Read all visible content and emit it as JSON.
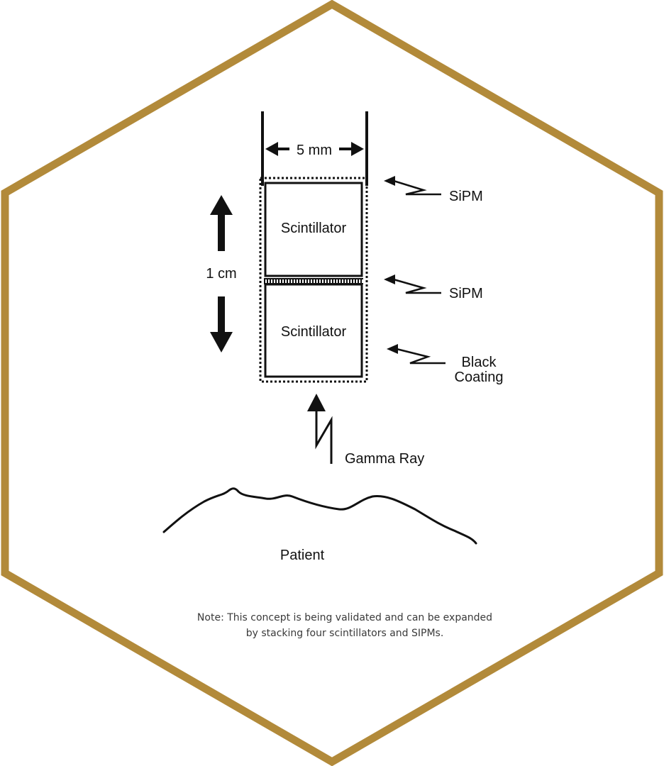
{
  "colors": {
    "hexagon_border": "#b28a3a",
    "ink": "#111111",
    "note_text": "#3a3a3a"
  },
  "diagram": {
    "width_label": "5 mm",
    "height_label": "1 cm",
    "scintillator_top_label": "Scintillator",
    "scintillator_bottom_label": "Scintillator",
    "sipm_top_label": "SiPM",
    "sipm_middle_label": "SiPM",
    "coating_label_line1": "Black",
    "coating_label_line2": "Coating",
    "gamma_ray_label": "Gamma Ray",
    "patient_label": "Patient"
  },
  "note": {
    "line1": "Note: This concept is being validated and can be expanded",
    "line2": "by stacking four scintillators and SIPMs."
  }
}
